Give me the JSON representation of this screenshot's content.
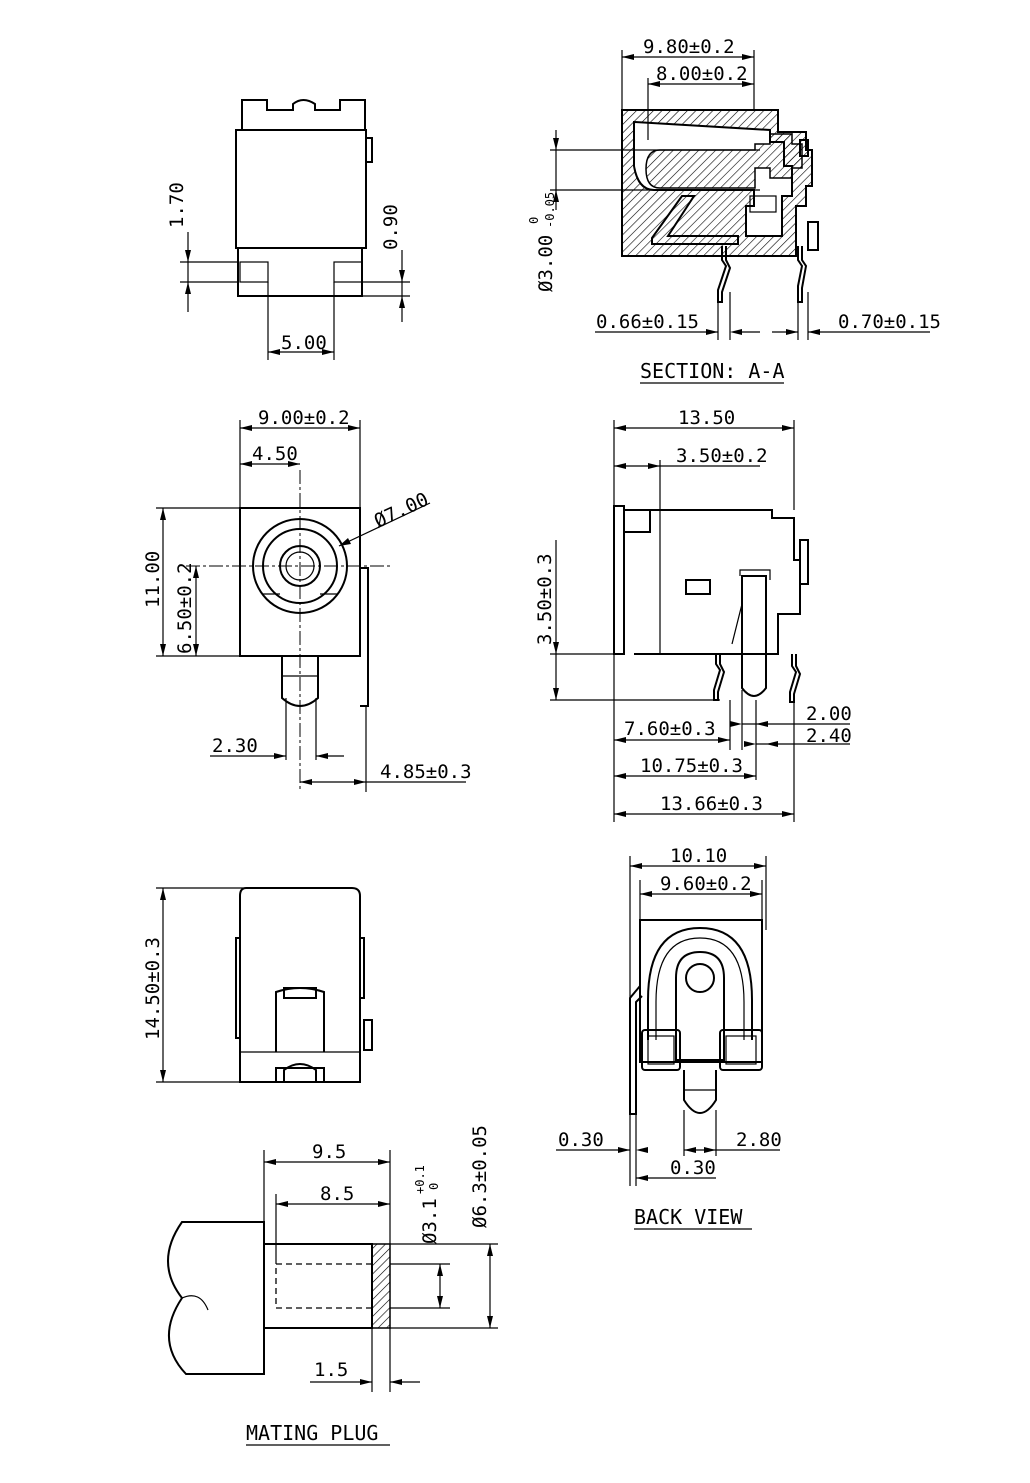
{
  "views": {
    "front": {
      "dims": {
        "d1": "1.70",
        "d2": "0.90",
        "d3": "5.00"
      }
    },
    "section_aa": {
      "caption": "SECTION: A-A",
      "dims": {
        "d1": "9.80±0.2",
        "d2": "8.00±0.2",
        "d3_base": "Ø3.00",
        "d3_upper": "0",
        "d3_lower": "-0.05",
        "d4": "0.66±0.15",
        "d5": "0.70±0.15"
      }
    },
    "top": {
      "dims": {
        "d1": "9.00±0.2",
        "d2": "4.50",
        "d3": "Ø7.00",
        "d4": "11.00",
        "d5": "6.50±0.2",
        "d6": "2.30",
        "d7": "4.85±0.3"
      }
    },
    "side": {
      "dims": {
        "d1": "13.50",
        "d2": "3.50±0.2",
        "d3": "3.50±0.3",
        "d4": "7.60±0.3",
        "d5": "2.00",
        "d6": "2.40",
        "d7": "10.75±0.3",
        "d8": "13.66±0.3"
      }
    },
    "bottom": {
      "dims": {
        "d1": "14.50±0.3"
      }
    },
    "back": {
      "caption": "BACK VIEW",
      "dims": {
        "d1": "10.10",
        "d2": "9.60±0.2",
        "d3": "0.30",
        "d4": "2.80",
        "d5": "0.30"
      }
    },
    "plug": {
      "caption": "MATING PLUG",
      "dims": {
        "d1": "9.5",
        "d2": "8.5",
        "d3_base": "Ø3.1",
        "d3_upper": "+0.1",
        "d3_lower": "0",
        "d4": "Ø6.3±0.05",
        "d5": "1.5"
      }
    }
  }
}
